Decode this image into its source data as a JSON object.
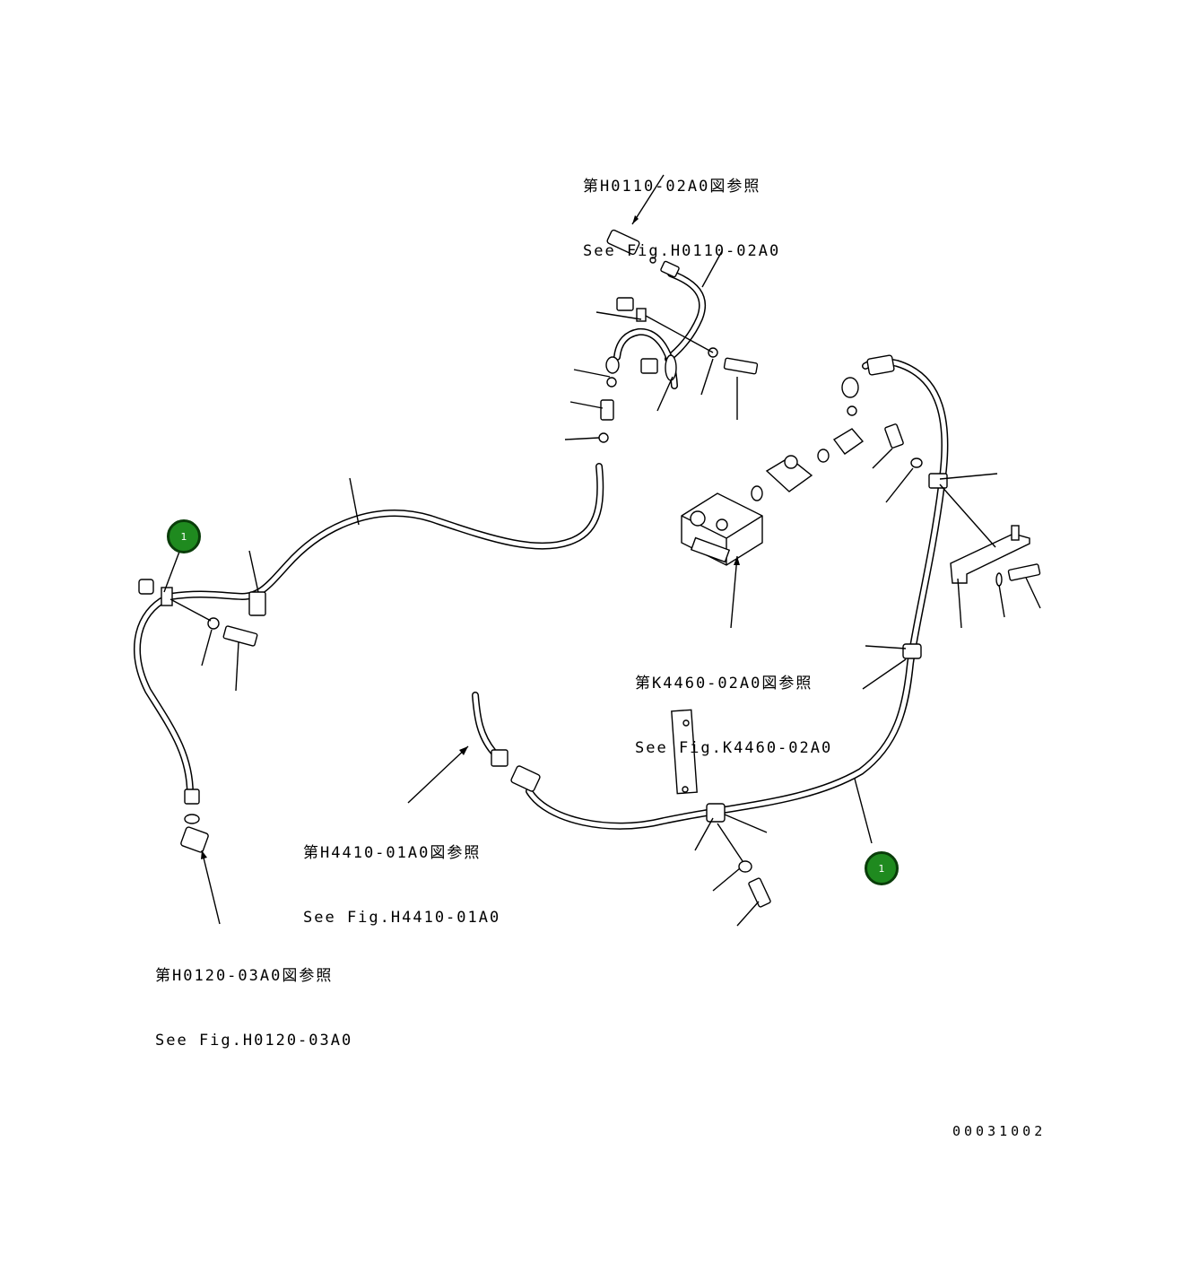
{
  "references": [
    {
      "id": "ref-h0110",
      "line1": "第H0110-02A0図参照",
      "line2": "See Fig.H0110-02A0"
    },
    {
      "id": "ref-k4460",
      "line1": "第K4460-02A0図参照",
      "line2": "See Fig.K4460-02A0"
    },
    {
      "id": "ref-h4410",
      "line1": "第H4410-01A0図参照",
      "line2": "See Fig.H4410-01A0"
    },
    {
      "id": "ref-h0120",
      "line1": "第H0120-03A0図参照",
      "line2": "See Fig.H0120-03A0"
    }
  ],
  "callouts": [
    {
      "label": "1"
    },
    {
      "label": "1"
    }
  ],
  "figure_id": "00031002",
  "colors": {
    "callout_fill": "#1f8a1f",
    "callout_border": "#0a3d0a",
    "line": "#000000"
  }
}
